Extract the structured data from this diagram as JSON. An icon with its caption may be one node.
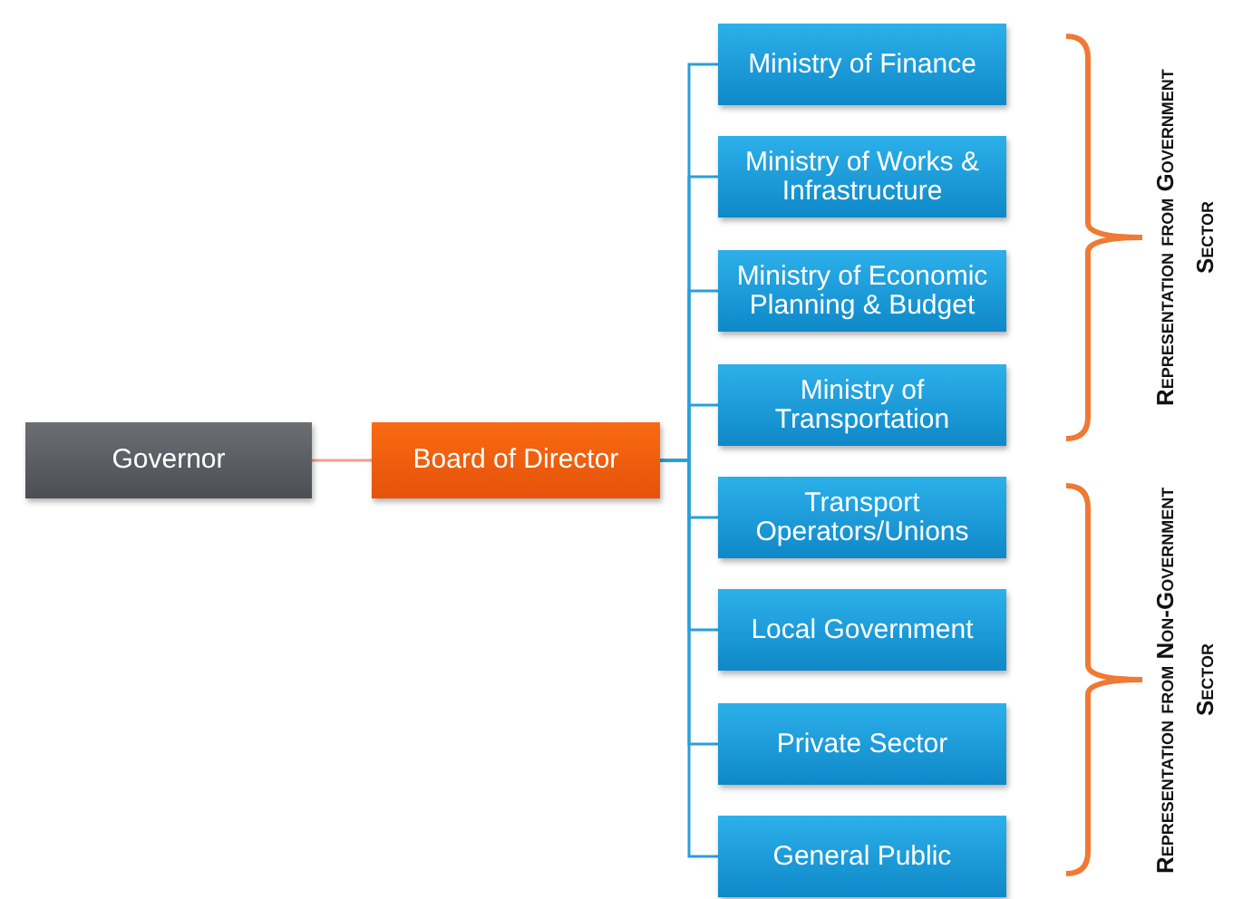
{
  "diagram": {
    "nodes": [
      {
        "text": [
          "Governor"
        ]
      },
      {
        "text": [
          "Board of Director"
        ]
      },
      {
        "text": [
          "Ministry of Finance"
        ]
      },
      {
        "text": [
          "Ministry of Works & Infrastructure"
        ]
      },
      {
        "text": [
          "Ministry of Economic Planning & Budget"
        ]
      },
      {
        "text": [
          "Ministry of Transportation"
        ]
      },
      {
        "text": [
          "Transport Operators/Unions"
        ]
      },
      {
        "text": [
          "Local Government"
        ]
      },
      {
        "text": [
          "Private Sector"
        ]
      },
      {
        "text": [
          "General Public"
        ]
      }
    ],
    "edges": [
      {
        "from": 0,
        "to": 1,
        "arrow": "none",
        "color": "#f0a090"
      },
      {
        "from": 1,
        "to": 2,
        "arrow": "none"
      },
      {
        "from": 1,
        "to": 3,
        "arrow": "none"
      },
      {
        "from": 1,
        "to": 4,
        "arrow": "none"
      },
      {
        "from": 1,
        "to": 5,
        "arrow": "none"
      },
      {
        "from": 1,
        "to": 6,
        "arrow": "none"
      },
      {
        "from": 1,
        "to": 7,
        "arrow": "none"
      },
      {
        "from": 1,
        "to": 8,
        "arrow": "none"
      },
      {
        "from": 1,
        "to": 9,
        "arrow": "none"
      }
    ],
    "labels": [
      "Representation from Government Sector",
      "Representation from Non-Government Sector"
    ]
  }
}
